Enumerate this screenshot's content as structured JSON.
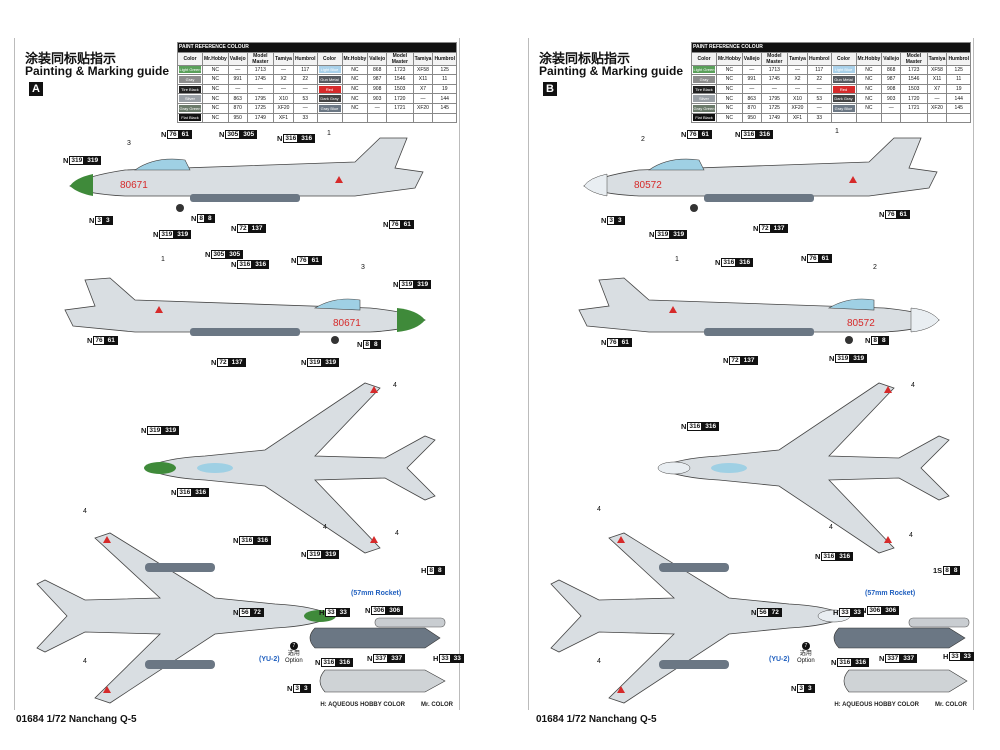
{
  "title_cn": "涂装同标贴指示",
  "title_en": "Painting & Marking guide",
  "footer_title": "01684 1/72 Nanchang Q-5",
  "brand_left": "H: AQUEOUS HOBBY COLOR",
  "brand_right": "Mr. COLOR",
  "color_table": {
    "header": "PAINT REFERENCE COLOUR",
    "columns": [
      "Color",
      "Mr.Hobby",
      "Vallejo",
      "Model Master",
      "Tamiya",
      "Humbrol",
      "Color",
      "Mr.Hobby",
      "Vallejo",
      "Model Master",
      "Tamiya",
      "Humbrol"
    ],
    "rows": [
      [
        {
          "name": "Light Green",
          "hex": "#5aa05a"
        },
        "NC",
        "—",
        "1713",
        "—",
        "117",
        {
          "name": "Light Blue",
          "hex": "#a9d1ea"
        },
        "NC",
        "868",
        "1723",
        "XF58",
        "125"
      ],
      [
        {
          "name": "Gray",
          "hex": "#8c8c8c"
        },
        "NC",
        "991",
        "1745",
        "X2",
        "22",
        {
          "name": "Gun Metal",
          "hex": "#555a60"
        },
        "NC",
        "987",
        "1546",
        "X11",
        "11"
      ],
      [
        {
          "name": "Tire Black",
          "hex": "#222222"
        },
        "NC",
        "—",
        "—",
        "—",
        "—",
        {
          "name": "Red",
          "hex": "#d62a2a"
        },
        "NC",
        "908",
        "1503",
        "X7",
        "19"
      ],
      [
        {
          "name": "Silver",
          "hex": "#9aa0a6"
        },
        "NC",
        "863",
        "1795",
        "X10",
        "53",
        {
          "name": "Dark Gray",
          "hex": "#444444"
        },
        "NC",
        "903",
        "1720",
        "—",
        "144"
      ],
      [
        {
          "name": "Gray Green",
          "hex": "#6b7b6b"
        },
        "NC",
        "870",
        "1725",
        "XF20",
        "—",
        {
          "name": "Gray Blue",
          "hex": "#6b7784"
        },
        "NC",
        "—",
        "1721",
        "XF20",
        "145"
      ],
      [
        {
          "name": "Flat Black",
          "hex": "#111111"
        },
        "NC",
        "950",
        "1749",
        "XF1",
        "33",
        {
          "name": "",
          "hex": "#ffffff"
        },
        "",
        "",
        "",
        "",
        ""
      ]
    ]
  },
  "sheets": [
    {
      "letter": "A",
      "serial": "80671",
      "nose_color": "#3f8a3a",
      "codes": [
        {
          "l": "N",
          "box": "76",
          "dark": "61"
        },
        {
          "l": "N",
          "box": "305",
          "dark": "305"
        },
        {
          "l": "N",
          "box": "319",
          "dark": "319"
        },
        {
          "l": "N",
          "box": "316",
          "dark": "316"
        },
        {
          "l": "N",
          "box": "3",
          "dark": "3"
        },
        {
          "l": "N",
          "box": "8",
          "dark": "8"
        },
        {
          "l": "N",
          "box": "319",
          "dark": "319"
        },
        {
          "l": "N",
          "box": "72",
          "dark": "137"
        },
        {
          "l": "N",
          "box": "76",
          "dark": "61"
        },
        {
          "l": "N",
          "box": "305",
          "dark": "305"
        },
        {
          "l": "N",
          "box": "316",
          "dark": "316"
        },
        {
          "l": "N",
          "box": "76",
          "dark": "61"
        },
        {
          "l": "N",
          "box": "319",
          "dark": "319"
        },
        {
          "l": "N",
          "box": "76",
          "dark": "61"
        },
        {
          "l": "N",
          "box": "72",
          "dark": "137"
        },
        {
          "l": "N",
          "box": "319",
          "dark": "319"
        },
        {
          "l": "N",
          "box": "8",
          "dark": "8"
        },
        {
          "l": "N",
          "box": "319",
          "dark": "319"
        },
        {
          "l": "N",
          "box": "316",
          "dark": "316"
        },
        {
          "l": "N",
          "box": "316",
          "dark": "316"
        },
        {
          "l": "N",
          "box": "319",
          "dark": "319"
        },
        {
          "l": "N",
          "box": "56",
          "dark": "72"
        },
        {
          "l": "H",
          "box": "8",
          "dark": "8"
        },
        {
          "l": "N",
          "box": "306",
          "dark": "306"
        },
        {
          "l": "H",
          "box": "33",
          "dark": "33"
        },
        {
          "l": "N",
          "box": "337",
          "dark": "337"
        },
        {
          "l": "H",
          "box": "33",
          "dark": "33"
        },
        {
          "l": "N",
          "box": "316",
          "dark": "316"
        },
        {
          "l": "N",
          "box": "3",
          "dark": "3"
        }
      ],
      "callouts": [
        "3",
        "1",
        "1",
        "3",
        "4",
        "4",
        "4",
        "4",
        "4"
      ]
    },
    {
      "letter": "B",
      "serial": "80572",
      "nose_color": "#e9eef2",
      "codes": [
        {
          "l": "N",
          "box": "76",
          "dark": "61"
        },
        {
          "l": "N",
          "box": "316",
          "dark": "316"
        },
        {
          "l": "N",
          "box": "3",
          "dark": "3"
        },
        {
          "l": "N",
          "box": "319",
          "dark": "319"
        },
        {
          "l": "N",
          "box": "72",
          "dark": "137"
        },
        {
          "l": "N",
          "box": "76",
          "dark": "61"
        },
        {
          "l": "N",
          "box": "316",
          "dark": "316"
        },
        {
          "l": "N",
          "box": "76",
          "dark": "61"
        },
        {
          "l": "N",
          "box": "72",
          "dark": "137"
        },
        {
          "l": "N",
          "box": "8",
          "dark": "8"
        },
        {
          "l": "N",
          "box": "319",
          "dark": "319"
        },
        {
          "l": "N",
          "box": "76",
          "dark": "61"
        },
        {
          "l": "N",
          "box": "316",
          "dark": "316"
        },
        {
          "l": "N",
          "box": "316",
          "dark": "316"
        },
        {
          "l": "N",
          "box": "56",
          "dark": "72"
        },
        {
          "l": "1S",
          "box": "8",
          "dark": "8"
        },
        {
          "l": "N",
          "box": "306",
          "dark": "306"
        },
        {
          "l": "H",
          "box": "33",
          "dark": "33"
        },
        {
          "l": "N",
          "box": "337",
          "dark": "337"
        },
        {
          "l": "H",
          "box": "33",
          "dark": "33"
        },
        {
          "l": "N",
          "box": "316",
          "dark": "316"
        },
        {
          "l": "N",
          "box": "3",
          "dark": "3"
        }
      ],
      "callouts": [
        "2",
        "1",
        "1",
        "2",
        "4",
        "4",
        "4",
        "4",
        "4"
      ]
    }
  ],
  "rocket_label": "(57mm Rocket)",
  "yu_label": "(YU-2)",
  "option_label_cn": "选用",
  "option_label_en": "Option",
  "option_number": "7"
}
